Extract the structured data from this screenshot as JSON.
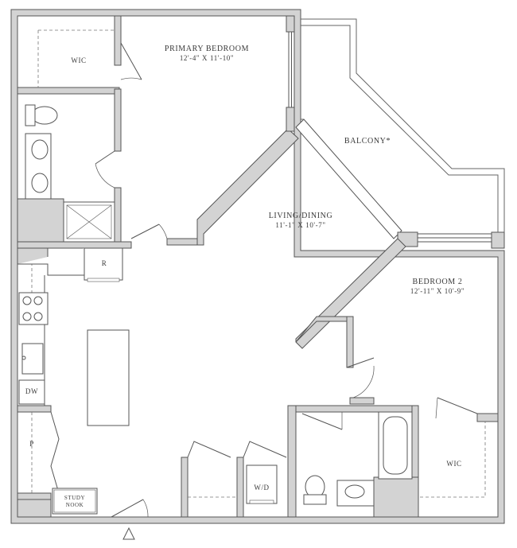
{
  "rooms": {
    "primary_bedroom": {
      "name": "PRIMARY BEDROOM",
      "dims": "12'-4\" X 11'-10\""
    },
    "balcony": {
      "name": "BALCONY*"
    },
    "living_dining": {
      "name": "LIVING/DINING",
      "dims": "11'-1\" X 10'-7\""
    },
    "bedroom_2": {
      "name": "BEDROOM 2",
      "dims": "12'-11\" X 10'-9\""
    },
    "wic_primary": {
      "name": "WIC"
    },
    "wic_bedroom2": {
      "name": "WIC"
    },
    "study_nook": {
      "line1": "STUDY",
      "line2": "NOOK"
    }
  },
  "fixtures": {
    "refrigerator": "R",
    "dishwasher": "DW",
    "pantry": "P",
    "washer_dryer": "W/D"
  },
  "colors": {
    "wall": "#d3d3d3",
    "wall_stroke": "#555555",
    "line": "#666666"
  },
  "icons": {
    "entry": "entry-arrow-icon"
  }
}
